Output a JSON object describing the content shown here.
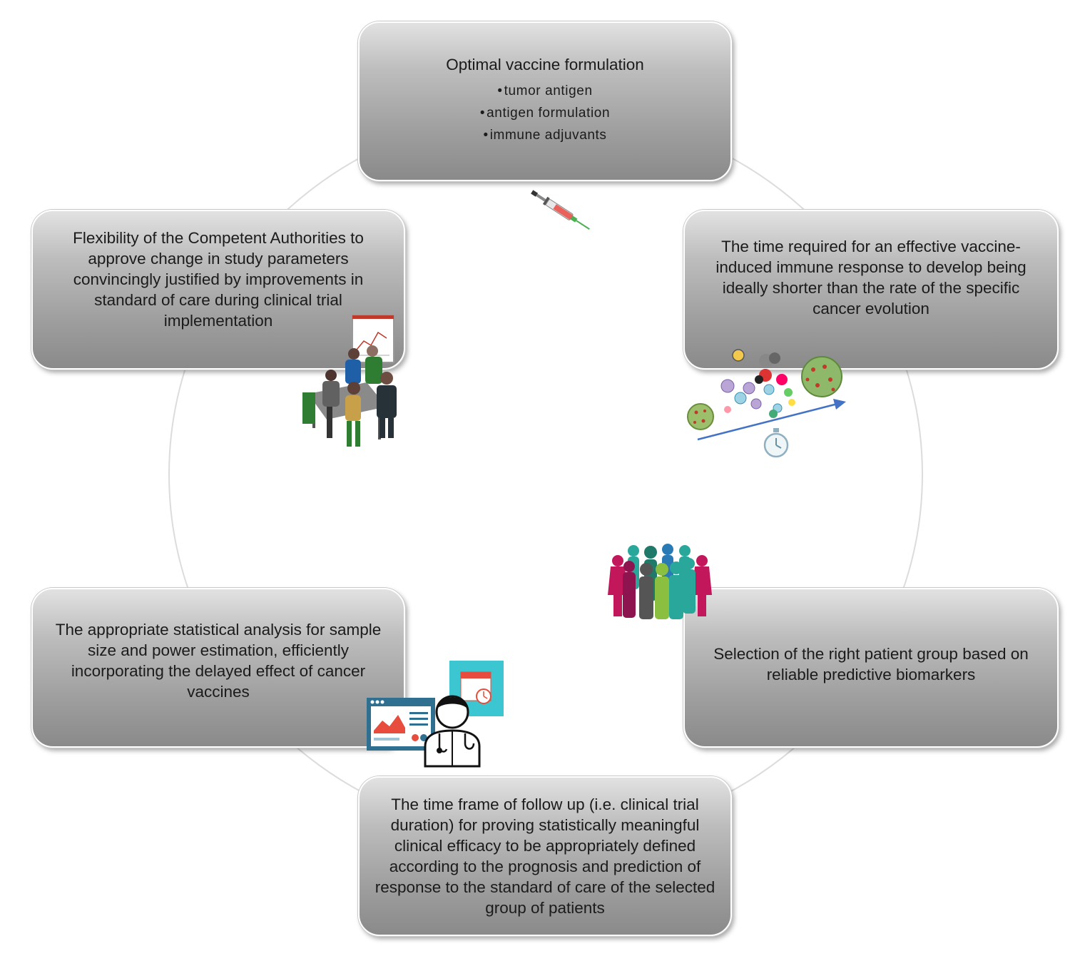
{
  "boxes": {
    "formulation": {
      "title": "Optimal vaccine formulation",
      "bullets": [
        "tumor antigen",
        "antigen formulation",
        "immune adjuvants"
      ]
    },
    "response_time": {
      "text": "The time required for an effective vaccine-induced immune response to develop being ideally shorter than the rate of the specific cancer evolution"
    },
    "patient_selection": {
      "text": "Selection of the right patient group based on reliable predictive biomarkers"
    },
    "follow_up": {
      "text": "The time frame of follow up (i.e. clinical trial duration) for proving statistically meaningful clinical efficacy to be appropriately defined according to the prognosis and prediction of response to the standard of care of the selected group of patients"
    },
    "statistics": {
      "text": "The appropriate statistical analysis for sample size and power estimation, efficiently incorporating the delayed effect of cancer vaccines"
    },
    "flexibility": {
      "text": "Flexibility of the Competent Authorities to approve change in study parameters convincingly justified by improvements in standard of care during clinical trial implementation"
    }
  },
  "icons": {
    "syringe": "syringe-icon",
    "cells": "cancer-cells-icon",
    "people": "patient-group-icon",
    "doctor": "doctor-analytics-icon",
    "meeting": "team-meeting-icon"
  },
  "colors": {
    "box_fill": "#a6a6a6",
    "ring": "#d9d9d9",
    "arrow": "#4472c4"
  }
}
